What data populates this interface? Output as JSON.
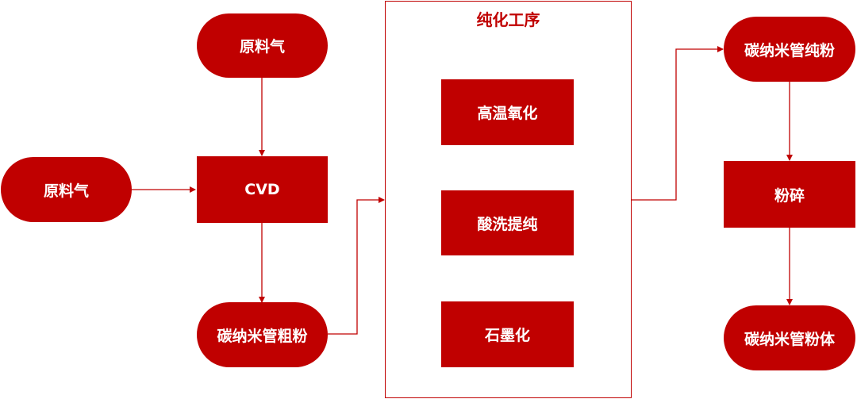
{
  "nodes": {
    "feed_gas_top": "原料气",
    "feed_gas_left": "原料气",
    "cvd": "CVD",
    "crude_powder": "碳纳米管粗粉",
    "purification_title": "纯化工序",
    "high_temp_oxidation": "高温氧化",
    "acid_wash": "酸洗提纯",
    "graphitization": "石墨化",
    "pure_powder": "碳纳米管纯粉",
    "crushing": "粉碎",
    "final_powder": "碳纳米管粉体"
  },
  "colors": {
    "accent": "#c00000",
    "background": "#ffffff"
  }
}
